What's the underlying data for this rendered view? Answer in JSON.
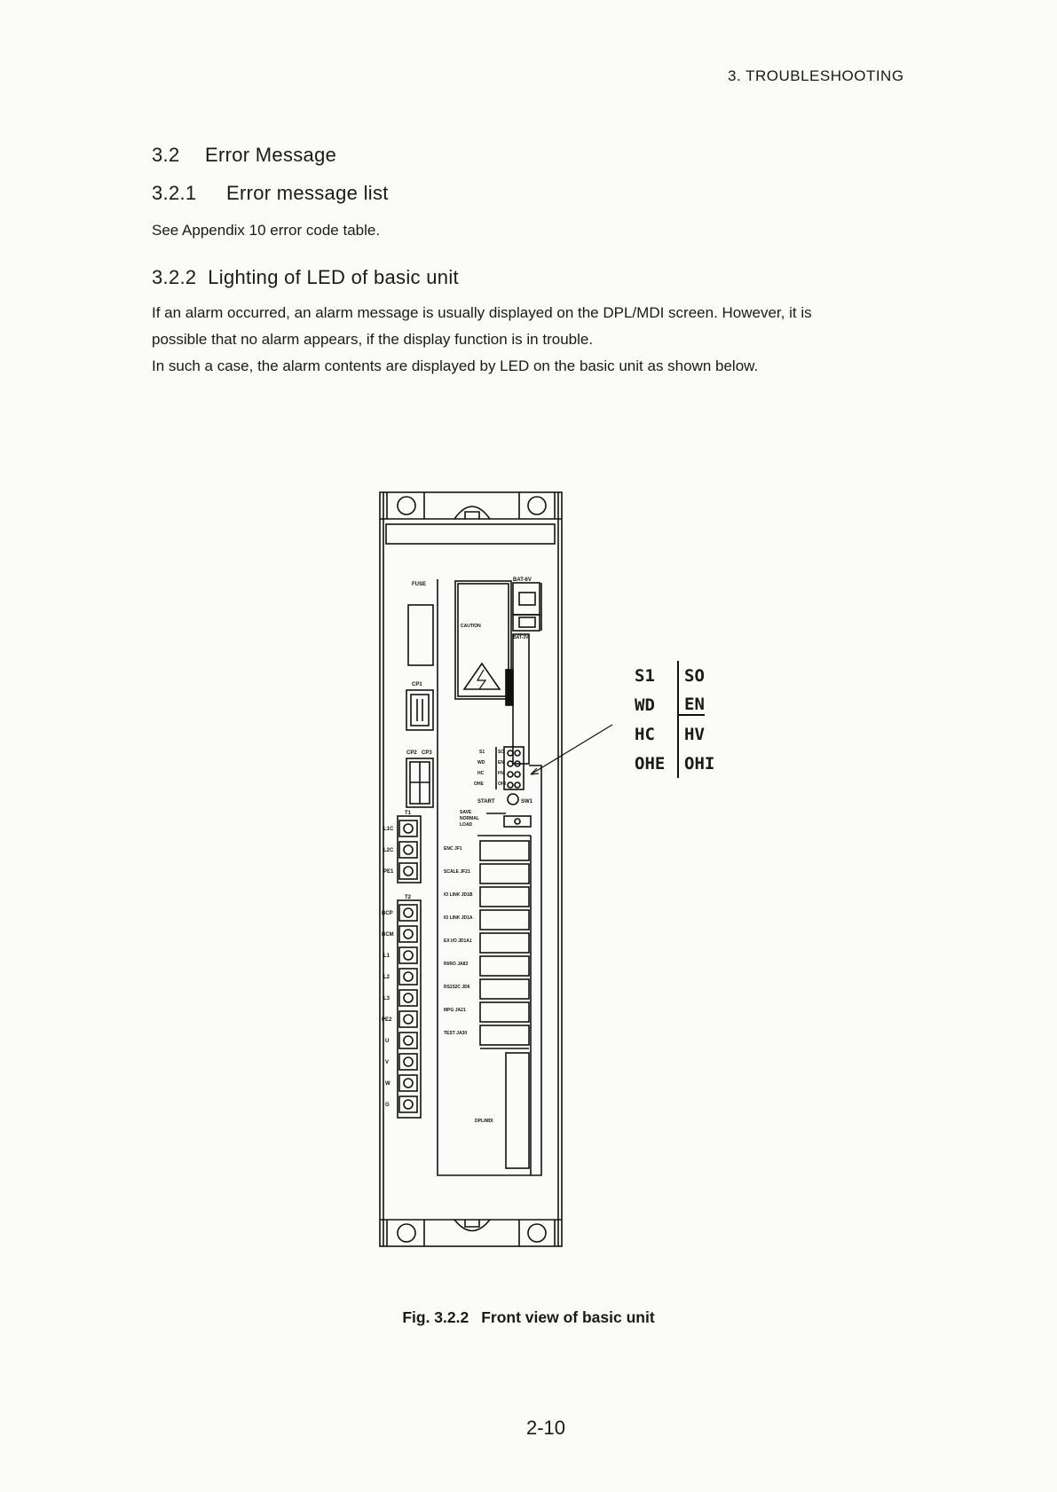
{
  "header": {
    "running_title": "3.  TROUBLESHOOTING"
  },
  "section": {
    "number": "3.2",
    "title": "Error Message",
    "subsections": [
      {
        "number": "3.2.1",
        "title": "Error message list",
        "body": "See Appendix 10 error code table."
      },
      {
        "number": "3.2.2",
        "title": "Lighting of LED of basic unit",
        "body": [
          "If an alarm occurred, an alarm message is usually displayed on the DPL/MDI screen. However, it is",
          "possible that no alarm appears, if the display function is in trouble.",
          "In such a case, the alarm contents are displayed by LED on the basic unit as shown below."
        ]
      }
    ]
  },
  "figure": {
    "caption_number": "Fig. 3.2.2",
    "caption_text": "Front view of basic unit",
    "led_legend": [
      {
        "left": "S1",
        "right": "SO"
      },
      {
        "left": "WD",
        "right": "EN"
      },
      {
        "left": "HC",
        "right": "HV"
      },
      {
        "left": "OHE",
        "right": "OHI"
      }
    ],
    "labels": {
      "fuse": "FUSE",
      "cp1": "CP1",
      "cp2": "CP2",
      "cp3": "CP3",
      "bat_6v": "BAT-6V",
      "bat_3v": "BAT-3V",
      "caution": "CAUTION",
      "start": "START",
      "sw1": "SW1",
      "save": "SAVE",
      "normal": "NORMAL",
      "load": "LOAD",
      "t1": "T1",
      "t2": "T2",
      "t1_terms": [
        "L1C",
        "L2C",
        "PE1"
      ],
      "t2_terms": [
        "BCP",
        "BCM",
        "L1",
        "L2",
        "L3",
        "PE2",
        "U",
        "V",
        "W",
        "G"
      ],
      "connectors": [
        "ENC JF1",
        "SCALE JF21",
        "IO LINK JD1B",
        "IO LINK JD1A",
        "EX I/O JD1A1",
        "RI/RO JA83",
        "RS232C JD6",
        "MPG JA21",
        "TEST JA30"
      ],
      "dpl_mdi": "DPL/MDI"
    }
  },
  "footer": {
    "page_number": "2-10"
  }
}
